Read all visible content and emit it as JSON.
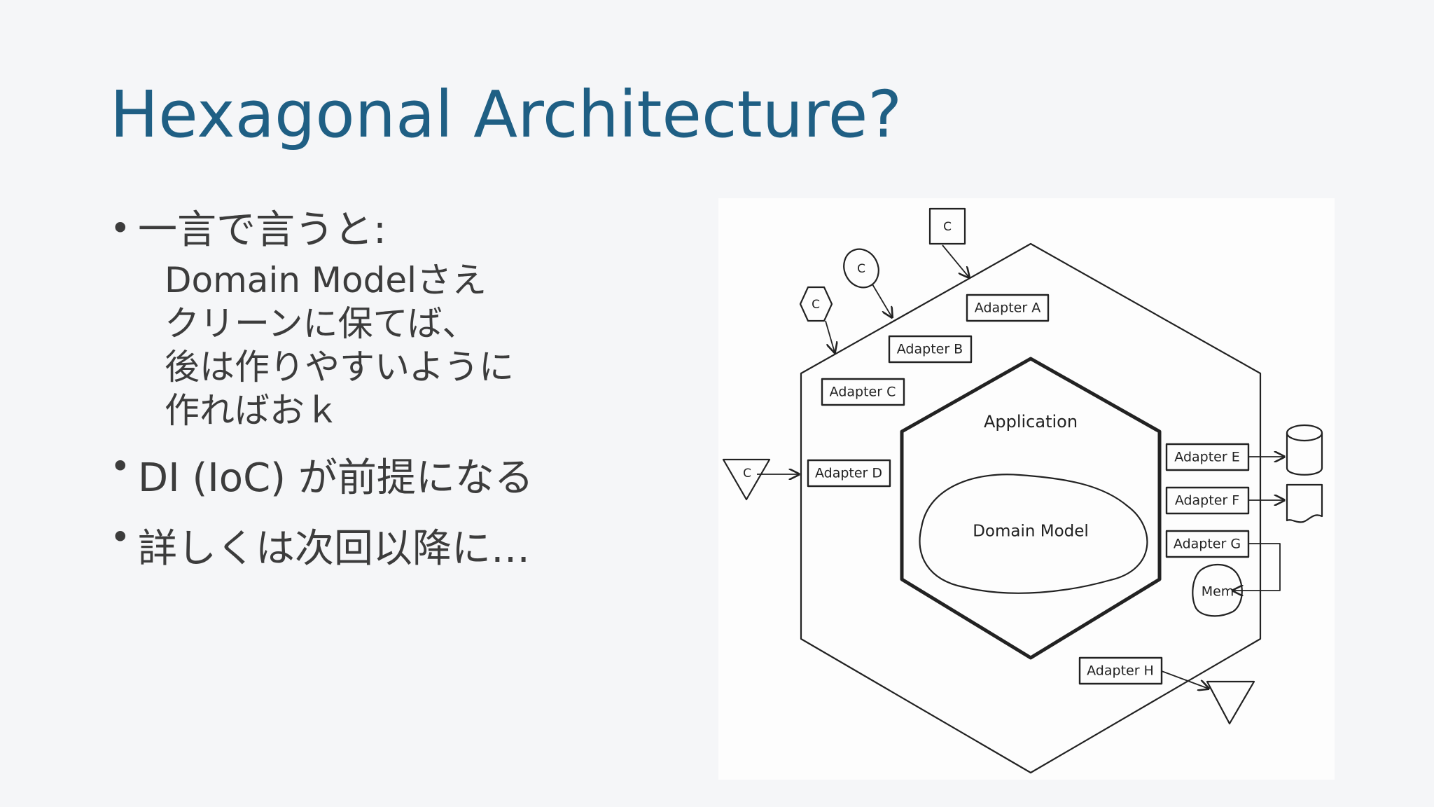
{
  "slide": {
    "title": "Hexagonal Architecture?",
    "bullets": [
      {
        "text": "一言で言うと:",
        "sub_lines": [
          "Domain Modelさえ",
          "クリーンに保てば、",
          "後は作りやすいように",
          "作ればおｋ"
        ]
      },
      {
        "text": "DI (IoC) が前提になる"
      },
      {
        "text": "詳しくは次回以降に…"
      }
    ],
    "bullet_glyph": "•"
  },
  "diagram": {
    "outer_label": "",
    "application_label": "Application",
    "domain_label": "Domain Model",
    "adapters": {
      "a": "Adapter A",
      "b": "Adapter B",
      "c": "Adapter C",
      "d": "Adapter D",
      "e": "Adapter E",
      "f": "Adapter F",
      "g": "Adapter G",
      "h": "Adapter H"
    },
    "clients": {
      "c1": "C",
      "c2": "C",
      "c3": "C",
      "c4": "C"
    },
    "mem_label": "Mem",
    "line_color": "#222222"
  }
}
